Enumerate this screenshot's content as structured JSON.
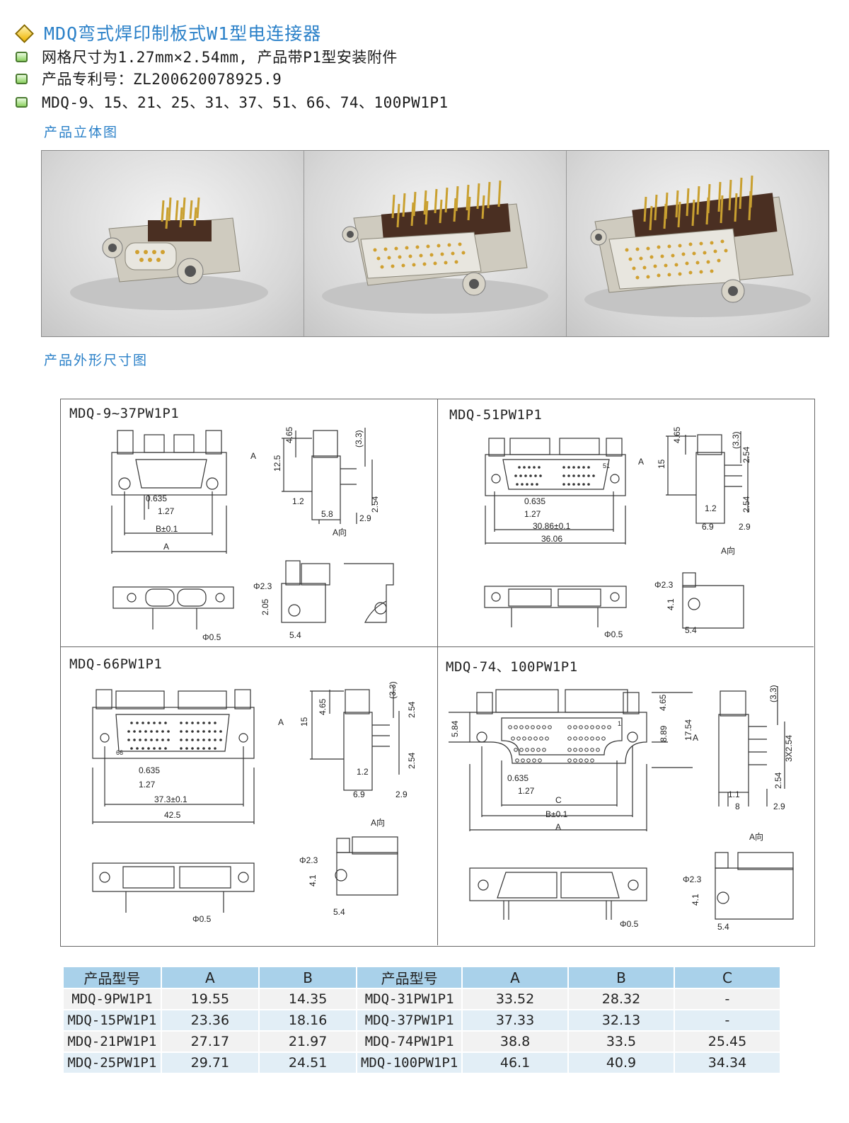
{
  "header": {
    "title": "MDQ弯式焊印制板式W1型电连接器",
    "bullets": [
      "网格尺寸为1.27mm×2.54mm, 产品带P1型安装附件",
      "产品专利号：ZL200620078925.9",
      "MDQ-9、15、21、25、31、37、51、66、74、100PW1P1"
    ]
  },
  "sections": {
    "photos_title": "产品立体图",
    "drawings_title": "产品外形尺寸图"
  },
  "drawings": {
    "q1": {
      "label": "MDQ-9~37PW1P1",
      "dims": [
        "0.635",
        "1.27",
        "B±0.1",
        "A",
        "4.65",
        "(3.3)",
        "12.5",
        "1.2",
        "5.8",
        "2.9",
        "2.54",
        "A向",
        "Φ2.3",
        "2.05",
        "5.4",
        "Φ0.5"
      ]
    },
    "q2": {
      "label": "MDQ-51PW1P1",
      "dims": [
        "0.635",
        "1.27",
        "30.86±0.1",
        "36.06",
        "4.65",
        "(3.3)",
        "15",
        "2.54",
        "1.2",
        "6.9",
        "2.9",
        "A向",
        "Φ2.3",
        "4.1",
        "5.4",
        "Φ0.5",
        "51"
      ]
    },
    "q3": {
      "label": "MDQ-66PW1P1",
      "dims": [
        "0.635",
        "1.27",
        "37.3±0.1",
        "42.5",
        "4.65",
        "(3.3)",
        "15",
        "2.54",
        "1.2",
        "6.9",
        "2.9",
        "A向",
        "Φ2.3",
        "4.1",
        "5.4",
        "Φ0.5",
        "66"
      ]
    },
    "q4": {
      "label": "MDQ-74、100PW1P1",
      "dims": [
        "5.84",
        "0.635",
        "1.27",
        "C",
        "B±0.1",
        "A",
        "4.65",
        "8.89",
        "17.54",
        "(3.3)",
        "3X2.54",
        "2.54",
        "1.1",
        "8",
        "2.9",
        "A向",
        "Φ2.3",
        "4.1",
        "5.4",
        "Φ0.5"
      ]
    }
  },
  "table": {
    "headers": [
      "产品型号",
      "A",
      "B",
      "产品型号",
      "A",
      "B",
      "C"
    ],
    "rows": [
      [
        "MDQ-9PW1P1",
        "19.55",
        "14.35",
        "MDQ-31PW1P1",
        "33.52",
        "28.32",
        "-"
      ],
      [
        "MDQ-15PW1P1",
        "23.36",
        "18.16",
        "MDQ-37PW1P1",
        "37.33",
        "32.13",
        "-"
      ],
      [
        "MDQ-21PW1P1",
        "27.17",
        "21.97",
        "MDQ-74PW1P1",
        "38.8",
        "33.5",
        "25.45"
      ],
      [
        "MDQ-25PW1P1",
        "29.71",
        "24.51",
        "MDQ-100PW1P1",
        "46.1",
        "40.9",
        "34.34"
      ]
    ]
  }
}
